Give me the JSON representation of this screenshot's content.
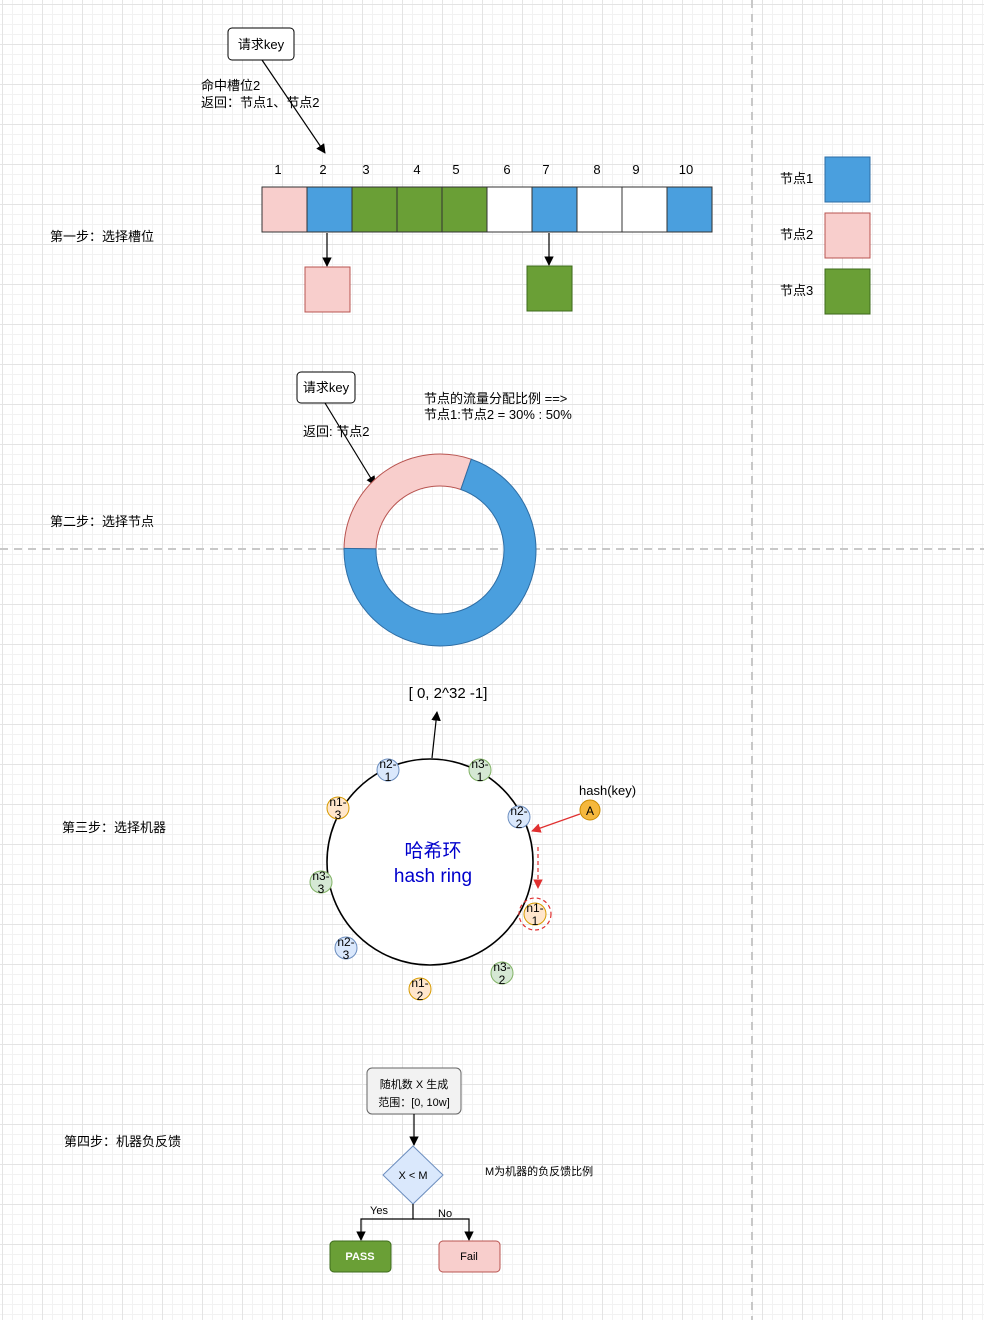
{
  "steps": {
    "s1": "第一步：选择槽位",
    "s2": "第二步：选择节点",
    "s3": "第三步：选择机器",
    "s4": "第四步：机器负反馈"
  },
  "step1": {
    "request": "请求key",
    "hit_line1": "命中槽位2",
    "hit_line2": "返回：节点1、节点2",
    "slots": [
      {
        "label": "1",
        "node": 2
      },
      {
        "label": "2",
        "node": 1
      },
      {
        "label": "3",
        "node": 3
      },
      {
        "label": "4",
        "node": 3
      },
      {
        "label": "5",
        "node": 3
      },
      {
        "label": "6",
        "node": 0
      },
      {
        "label": "7",
        "node": 1
      },
      {
        "label": "8",
        "node": 0
      },
      {
        "label": "9",
        "node": 0
      },
      {
        "label": "10",
        "node": 1
      }
    ],
    "below_slot2_node": 2,
    "below_slot7_node": 3
  },
  "legend": [
    {
      "label": "节点1",
      "node": 1
    },
    {
      "label": "节点2",
      "node": 2
    },
    {
      "label": "节点3",
      "node": 3
    }
  ],
  "colors": {
    "node1_fill": "#4a9fde",
    "node1_stroke": "#2e6da4",
    "node2_fill": "#f8cecc",
    "node2_stroke": "#b85450",
    "node3_fill": "#6a9f36",
    "node3_stroke": "#3d6b1c",
    "empty_fill": "#ffffff",
    "machine_n1_fill": "#ffe6cc",
    "machine_n1_stroke": "#d79b00",
    "machine_n2_fill": "#dae8fc",
    "machine_n2_stroke": "#6c8ebf",
    "machine_n3_fill": "#d5e8d4",
    "machine_n3_stroke": "#82b366",
    "hash_text": "#0000cc",
    "red_arrow": "#e03030",
    "pass_fill": "#6a9f36",
    "fail_fill": "#f8cecc",
    "diamond_fill": "#dae8fc"
  },
  "step2": {
    "request": "请求key",
    "returns": "返回: 节点2",
    "ratio_line1": "节点的流量分配比例 ==>",
    "ratio_line2": "节点1:节点2 = 30% : 50%",
    "donut": [
      {
        "node": 2,
        "share": 0.3
      },
      {
        "node": 1,
        "share": 0.7
      }
    ]
  },
  "step3": {
    "range": "[ 0, 2^32 -1]",
    "ring_line1": "哈希环",
    "ring_line2": "hash ring",
    "hash_key": "hash(key)",
    "key_point": "A",
    "machines": [
      {
        "id": "n2-1",
        "l1": "n2-",
        "l2": "1",
        "type": "n2"
      },
      {
        "id": "n3-1",
        "l1": "n3-",
        "l2": "1",
        "type": "n3"
      },
      {
        "id": "n2-2",
        "l1": "n2-",
        "l2": "2",
        "type": "n2"
      },
      {
        "id": "n1-1",
        "l1": "n1-",
        "l2": "1",
        "type": "n1",
        "selected": true
      },
      {
        "id": "n3-2",
        "l1": "n3-",
        "l2": "2",
        "type": "n3"
      },
      {
        "id": "n1-2",
        "l1": "n1-",
        "l2": "2",
        "type": "n1"
      },
      {
        "id": "n2-3",
        "l1": "n2-",
        "l2": "3",
        "type": "n2"
      },
      {
        "id": "n3-3",
        "l1": "n3-",
        "l2": "3",
        "type": "n3"
      },
      {
        "id": "n1-3",
        "l1": "n1-",
        "l2": "3",
        "type": "n1"
      }
    ]
  },
  "step4": {
    "random_line1": "随机数 X 生成",
    "random_line2": "范围：[0, 10w]",
    "condition": "X < M",
    "note": "M为机器的负反馈比例",
    "yes": "Yes",
    "no": "No",
    "pass": "PASS",
    "fail": "Fail"
  }
}
